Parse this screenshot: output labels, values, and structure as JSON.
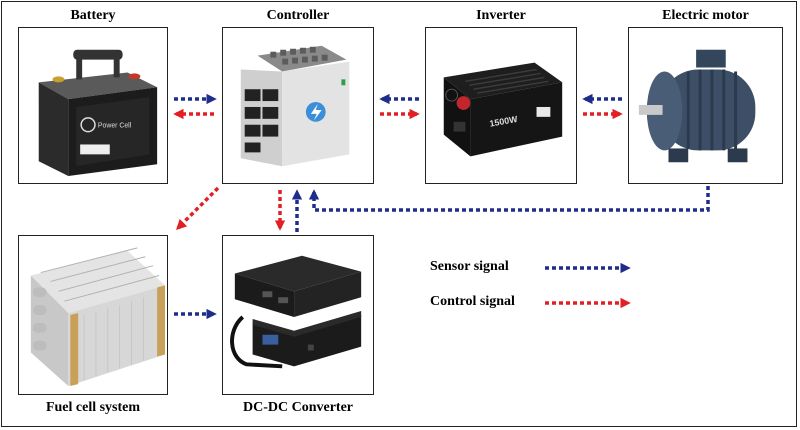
{
  "components": {
    "battery": "Battery",
    "controller": "Controller",
    "inverter": "Inverter",
    "electric_motor": "Electric motor",
    "fuel_cell": "Fuel cell system",
    "dcdc": "DC-DC Converter"
  },
  "product_text": {
    "battery_brand": "Power Cell",
    "inverter_rating": "1500W"
  },
  "legend": {
    "sensor": "Sensor signal",
    "control": "Control signal"
  },
  "colors": {
    "sensor": "#1f2d8a",
    "control": "#e31e24"
  }
}
